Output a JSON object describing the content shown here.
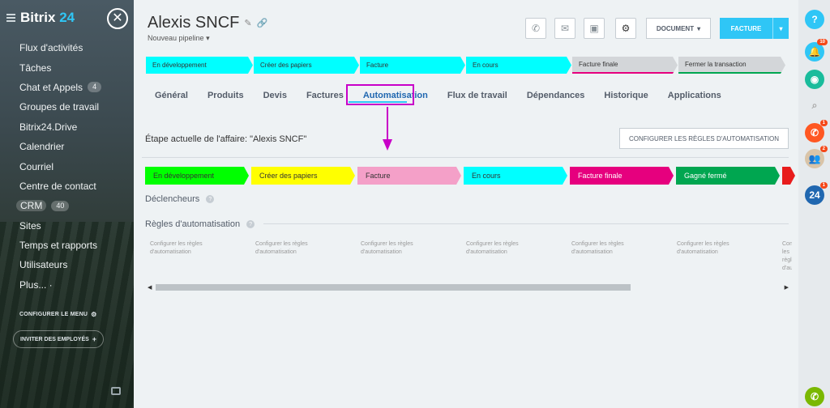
{
  "sidebar": {
    "logo_name": "Bitrix",
    "logo_num": "24",
    "items": [
      {
        "label": "Flux d'activités"
      },
      {
        "label": "Tâches"
      },
      {
        "label": "Chat et Appels",
        "count": "4"
      },
      {
        "label": "Groupes de travail"
      },
      {
        "label": "Bitrix24.Drive"
      },
      {
        "label": "Calendrier"
      },
      {
        "label": "Courriel"
      },
      {
        "label": "Centre de contact"
      },
      {
        "label": "CRM",
        "count": "40"
      },
      {
        "label": "Sites"
      },
      {
        "label": "Temps et rapports"
      },
      {
        "label": "Utilisateurs"
      },
      {
        "label": "Plus... ·"
      }
    ],
    "config_menu": "CONFIGURER LE MENU",
    "invite": "INVITER DES EMPLOYÉS"
  },
  "deal": {
    "title": "Alexis SNCF",
    "pipeline": "Nouveau pipeline"
  },
  "header": {
    "document_label": "DOCUMENT",
    "facture_label": "FACTURE"
  },
  "top_stages": [
    {
      "label": "En développement",
      "color": "#00ffff"
    },
    {
      "label": "Créer des papiers",
      "color": "#00ffff"
    },
    {
      "label": "Facture",
      "color": "#00ffff"
    },
    {
      "label": "En cours",
      "color": "#00ffff"
    },
    {
      "label": "Facture finale",
      "color": "#d3d6d9"
    },
    {
      "label": "Fermer la transaction",
      "color": "#d3d6d9"
    }
  ],
  "tabs": [
    {
      "label": "Général"
    },
    {
      "label": "Produits"
    },
    {
      "label": "Devis"
    },
    {
      "label": "Factures"
    },
    {
      "label": "Automatisation"
    },
    {
      "label": "Flux de travail"
    },
    {
      "label": "Dépendances"
    },
    {
      "label": "Historique"
    },
    {
      "label": "Applications"
    }
  ],
  "automation": {
    "current_stage_text": "Étape actuelle de l'affaire: \"Alexis SNCF\"",
    "config_button": "CONFIGURER LES RÈGLES D'AUTOMATISATION",
    "triggers_label": "Déclencheurs",
    "rules_label": "Règles d'automatisation",
    "rule_placeholder_1": "Configurer les règles",
    "rule_placeholder_2": "d'automatisation",
    "stages": [
      {
        "label": "En développement",
        "color": "#00ff00",
        "text_color": "#333333"
      },
      {
        "label": "Créer des papiers",
        "color": "#ffff00",
        "text_color": "#333333"
      },
      {
        "label": "Facture",
        "color": "#f4a0c8",
        "text_color": "#333333"
      },
      {
        "label": "En cours",
        "color": "#00ffff",
        "text_color": "#333333"
      },
      {
        "label": "Facture finale",
        "color": "#e6007e",
        "text_color": "#ffffff"
      },
      {
        "label": "Gagné fermé",
        "color": "#00a650",
        "text_color": "#ffffff"
      },
      {
        "label": "",
        "color": "#e81c1c",
        "text_color": "#ffffff"
      }
    ]
  },
  "rightbar": {
    "help": "?",
    "notif_count": "10",
    "call_count": "1",
    "contacts_count": "2",
    "b24_label": "24",
    "b24_count": "1"
  }
}
